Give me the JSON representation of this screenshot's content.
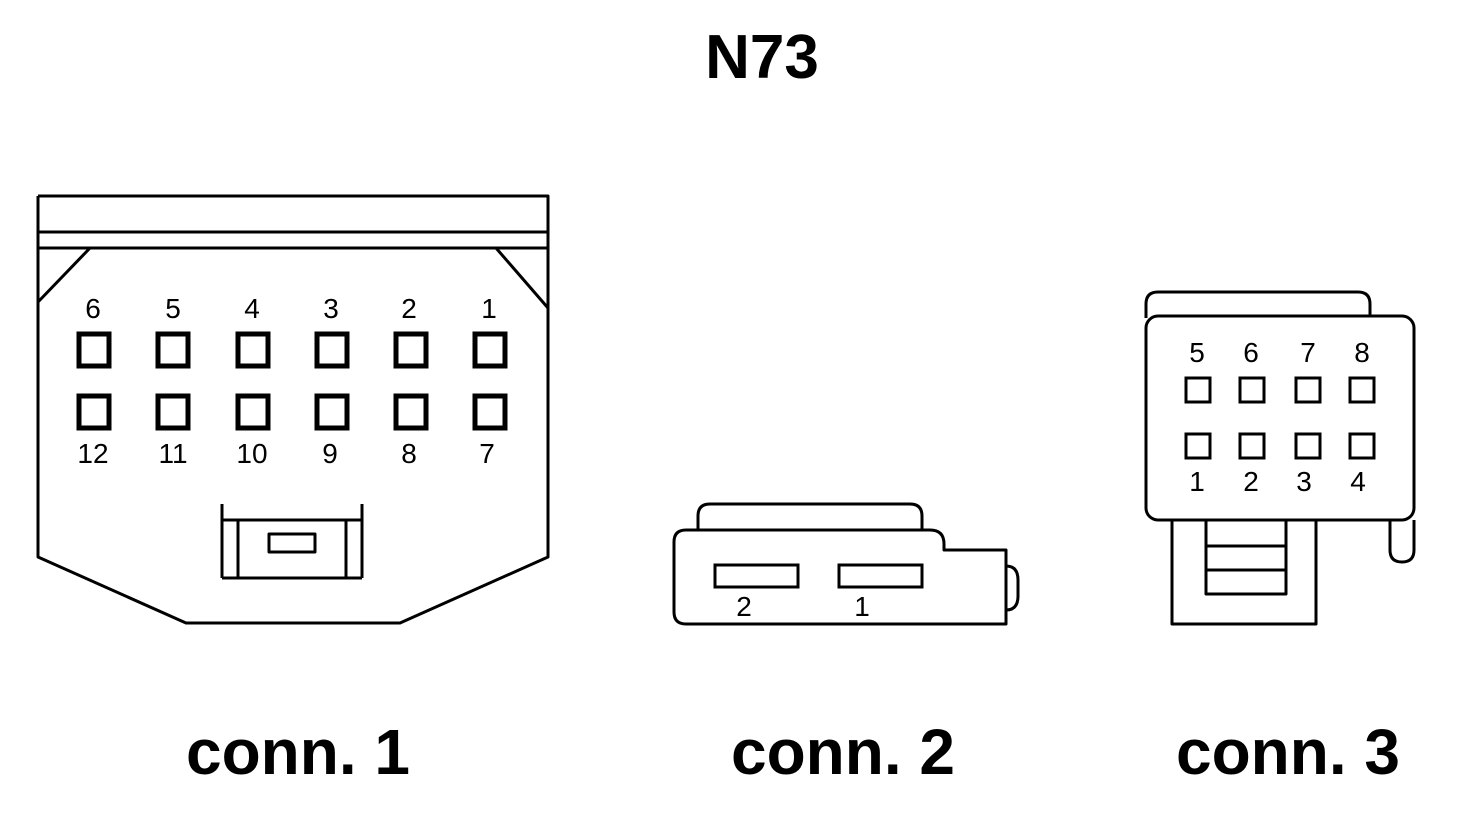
{
  "title": "N73",
  "connectors": [
    {
      "label": "conn. 1",
      "top_row_pins": [
        "6",
        "5",
        "4",
        "3",
        "2",
        "1"
      ],
      "bottom_row_pins": [
        "12",
        "11",
        "10",
        "9",
        "8",
        "7"
      ]
    },
    {
      "label": "conn. 2",
      "pins": [
        "2",
        "1"
      ]
    },
    {
      "label": "conn. 3",
      "top_row_pins": [
        "5",
        "6",
        "7",
        "8"
      ],
      "bottom_row_pins": [
        "1",
        "2",
        "3",
        "4"
      ]
    }
  ]
}
